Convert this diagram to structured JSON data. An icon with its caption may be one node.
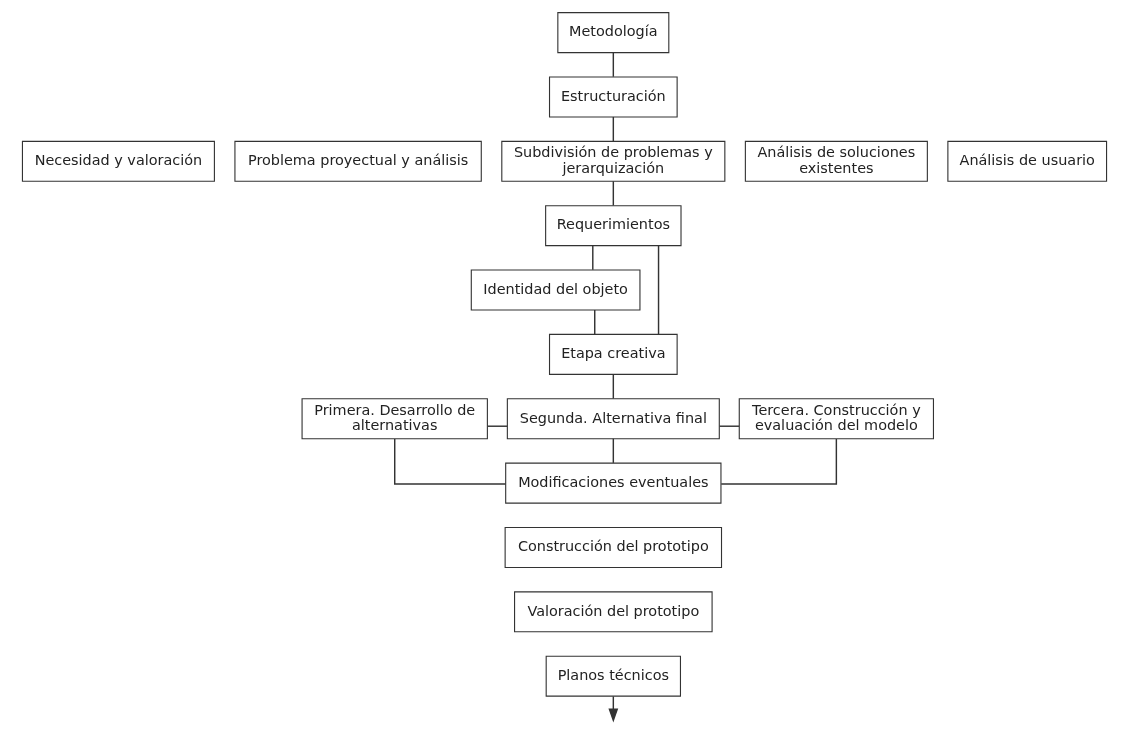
{
  "diagram": {
    "nodes": [
      {
        "text": [
          "Metodología"
        ]
      },
      {
        "text": [
          "Estructuración"
        ]
      },
      {
        "text": [
          "Necesidad y valoración"
        ]
      },
      {
        "text": [
          "Problema proyectual y análisis"
        ]
      },
      {
        "text": [
          "Subdivisión de problemas y jerarquización"
        ]
      },
      {
        "text": [
          "Análisis de soluciones existentes"
        ]
      },
      {
        "text": [
          "Análisis de usuario"
        ]
      },
      {
        "text": [
          "Requerimientos"
        ]
      },
      {
        "text": [
          "Identidad del objeto"
        ]
      },
      {
        "text": [
          "Etapa creativa"
        ]
      },
      {
        "text": [
          "Primera. Desarrollo de alternativas"
        ]
      },
      {
        "text": [
          "Segunda. Alternativa final"
        ]
      },
      {
        "text": [
          "Tercera. Construcción y evaluación del modelo"
        ]
      },
      {
        "text": [
          "Modificaciones eventuales"
        ]
      },
      {
        "text": [
          "Construcción del prototipo"
        ]
      },
      {
        "text": [
          "Valoración del prototipo"
        ]
      },
      {
        "text": [
          "Planos técnicos"
        ]
      }
    ],
    "edges": [
      {
        "from": 0,
        "to": 1,
        "arrow": "none"
      },
      {
        "from": 1,
        "to": 4,
        "arrow": "none"
      },
      {
        "from": 4,
        "to": 7,
        "arrow": "none"
      },
      {
        "from": 7,
        "to": 8,
        "arrow": "none"
      },
      {
        "from": 8,
        "to": 9,
        "arrow": "none"
      },
      {
        "from": 7,
        "to": 9,
        "arrow": "none"
      },
      {
        "from": 9,
        "to": 11,
        "arrow": "none"
      },
      {
        "from": 11,
        "to": 10,
        "arrow": "none"
      },
      {
        "from": 11,
        "to": 12,
        "arrow": "none"
      },
      {
        "from": 10,
        "to": 13,
        "arrow": "none"
      },
      {
        "from": 12,
        "to": 13,
        "arrow": "none"
      },
      {
        "from": 11,
        "to": 13,
        "arrow": "none"
      },
      {
        "from": 16,
        "to": null,
        "arrow": "to"
      }
    ]
  }
}
